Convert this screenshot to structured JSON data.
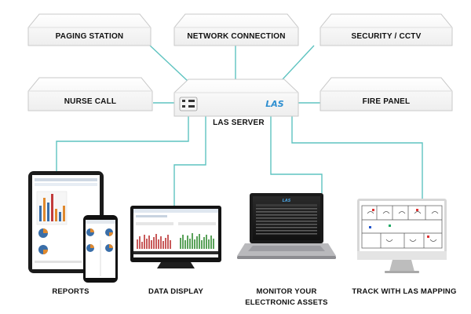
{
  "boxes": {
    "paging": "PAGING STATION",
    "network": "NETWORK CONNECTION",
    "security": "SECURITY / CCTV",
    "nurse": "NURSE CALL",
    "fire": "FIRE PANEL"
  },
  "server": {
    "label": "LAS SERVER",
    "logo": "LAS"
  },
  "devices": {
    "reports": "REPORTS",
    "data_display": "DATA DISPLAY",
    "monitor_line1": "MONITOR YOUR",
    "monitor_line2": "ELECTRONIC ASSETS",
    "mapping": "TRACK WITH LAS MAPPING"
  },
  "colors": {
    "connector": "#5ec3c0",
    "box_top": "#f7f7f7",
    "box_border": "#c9c9c9",
    "logo": "#2f8fd0"
  }
}
